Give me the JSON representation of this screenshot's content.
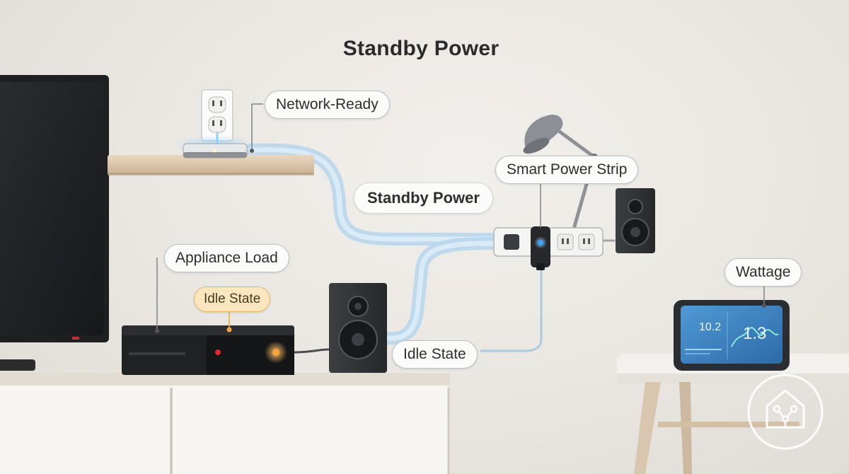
{
  "title": "Standby Power",
  "callouts": {
    "network_ready": "Network-Ready",
    "smart_power_strip": "Smart Power Strip",
    "standby_power": "Standby Power",
    "appliance_load": "Appliance Load",
    "idle_state_top": "Idle State",
    "idle_state_bottom": "Idle State",
    "wattage": "Wattage"
  },
  "monitor": {
    "left_value": "10.2",
    "right_value": "1.3"
  },
  "colors": {
    "wall": "#ebe8e3",
    "cable": "#a9cbe3",
    "amber": "#f4a43a",
    "led_red": "#e02828",
    "led_blue": "#3aa4ff"
  },
  "icons": [
    "tv-icon",
    "wall-outlet-icon",
    "router-icon",
    "desk-lamp-icon",
    "power-strip-icon",
    "speaker-icon",
    "game-console-icon",
    "energy-monitor-icon",
    "smart-home-logo-icon"
  ]
}
